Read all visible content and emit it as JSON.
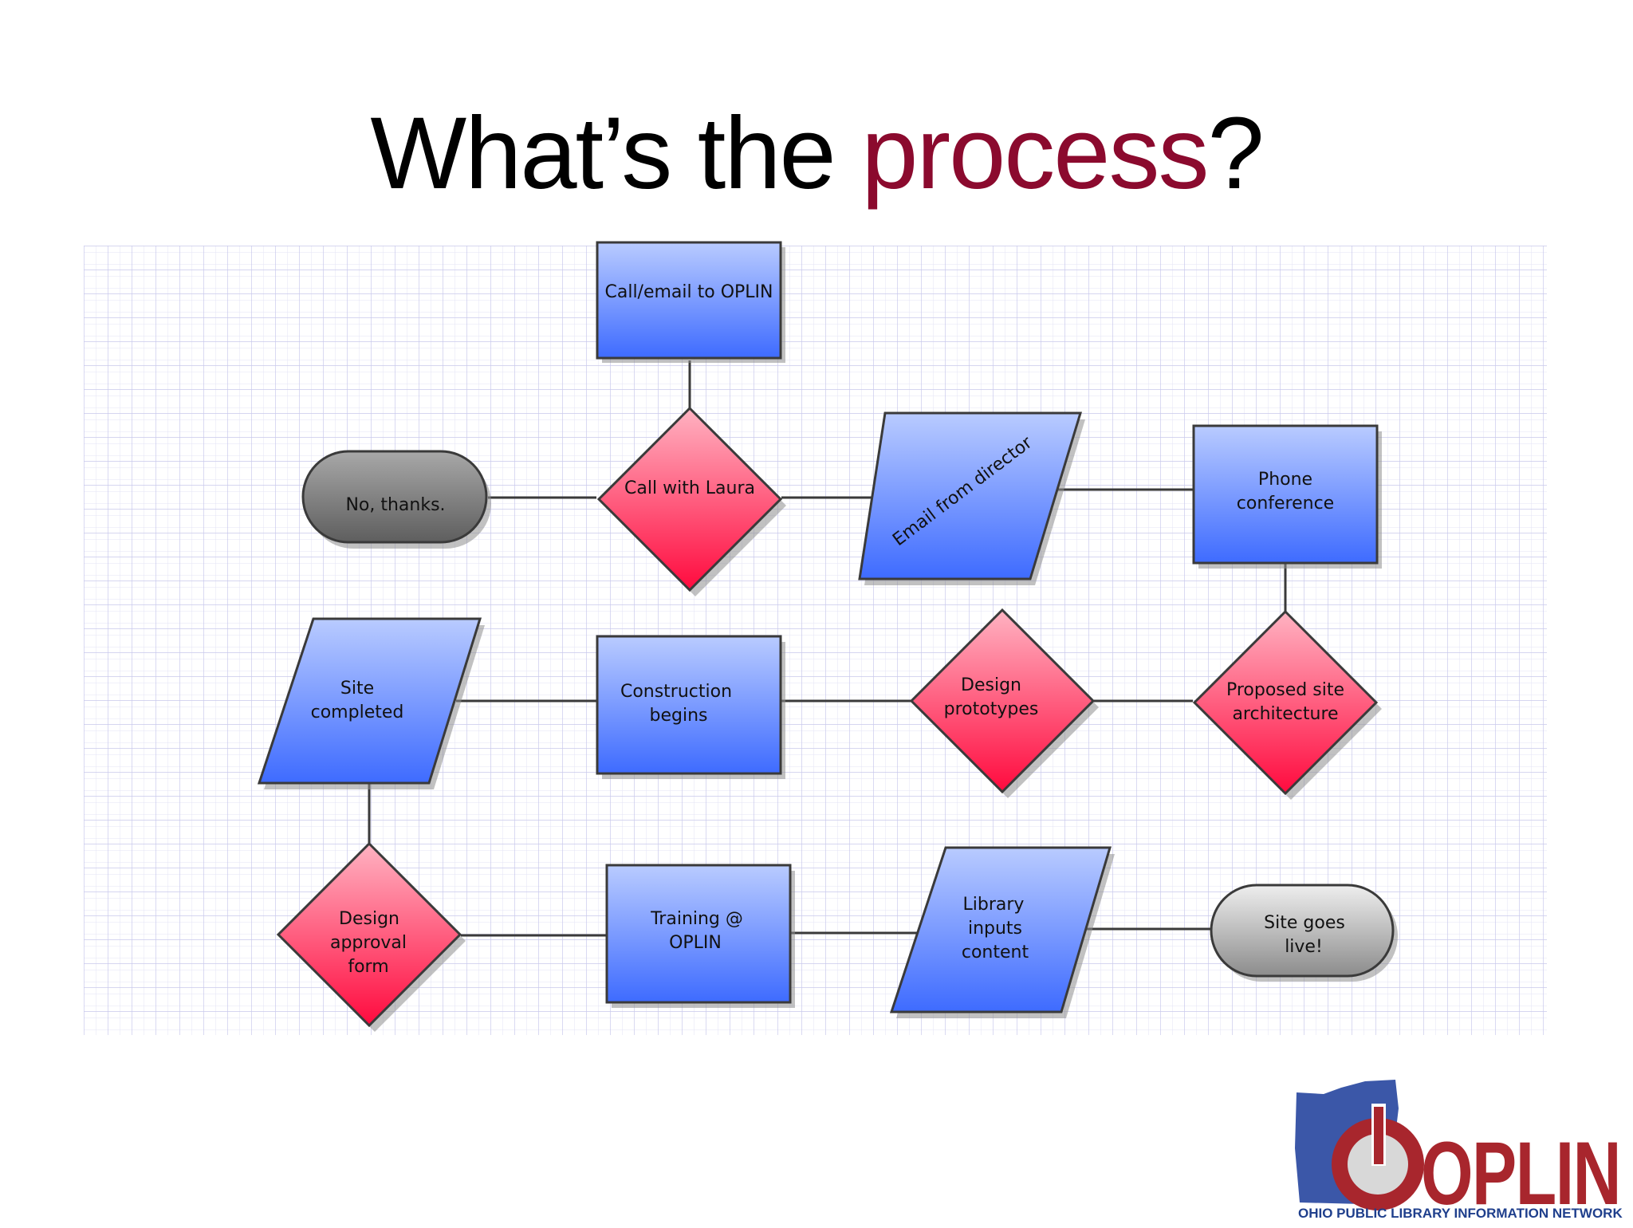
{
  "slide": {
    "title_prefix": "What’s the ",
    "title_accent": "process",
    "title_suffix": "?",
    "accent_color": "#8b0a2e"
  },
  "colors": {
    "process_box": "#5a86ff",
    "decision": "#ff3d6a",
    "terminator": "#9a9a9a",
    "grid": "#d4d4ef"
  },
  "flowchart": {
    "nodes": [
      {
        "id": "call-email",
        "shape": "rectangle",
        "lines": [
          "Call/email to OPLIN"
        ]
      },
      {
        "id": "call-laura",
        "shape": "diamond",
        "lines": [
          "Call with Laura"
        ]
      },
      {
        "id": "no-thanks",
        "shape": "terminator",
        "lines": [
          "No, thanks."
        ]
      },
      {
        "id": "email-director",
        "shape": "parallelogram",
        "lines": [
          "Email from director"
        ]
      },
      {
        "id": "phone-conference",
        "shape": "rectangle",
        "lines": [
          "Phone",
          "conference"
        ]
      },
      {
        "id": "proposed-architecture",
        "shape": "diamond",
        "lines": [
          "Proposed site",
          "architecture"
        ]
      },
      {
        "id": "design-prototypes",
        "shape": "diamond",
        "lines": [
          "Design",
          "prototypes"
        ]
      },
      {
        "id": "construction-begins",
        "shape": "rectangle",
        "lines": [
          "Construction",
          "begins"
        ]
      },
      {
        "id": "site-completed",
        "shape": "parallelogram",
        "lines": [
          "Site",
          "completed"
        ]
      },
      {
        "id": "design-approval",
        "shape": "diamond",
        "lines": [
          "Design",
          "approval",
          "form"
        ]
      },
      {
        "id": "training",
        "shape": "rectangle",
        "lines": [
          "Training @",
          "OPLIN"
        ]
      },
      {
        "id": "library-inputs",
        "shape": "parallelogram",
        "lines": [
          "Library",
          "inputs",
          "content"
        ]
      },
      {
        "id": "site-live",
        "shape": "terminator",
        "lines": [
          "Site goes",
          "live!"
        ]
      }
    ],
    "edges": [
      [
        "call-email",
        "call-laura"
      ],
      [
        "call-laura",
        "no-thanks"
      ],
      [
        "call-laura",
        "email-director"
      ],
      [
        "email-director",
        "phone-conference"
      ],
      [
        "phone-conference",
        "proposed-architecture"
      ],
      [
        "proposed-architecture",
        "design-prototypes"
      ],
      [
        "design-prototypes",
        "construction-begins"
      ],
      [
        "construction-begins",
        "site-completed"
      ],
      [
        "site-completed",
        "design-approval"
      ],
      [
        "design-approval",
        "training"
      ],
      [
        "training",
        "library-inputs"
      ],
      [
        "library-inputs",
        "site-live"
      ]
    ]
  },
  "logo": {
    "wordmark": "OPLIN",
    "tagline": "OHIO PUBLIC LIBRARY INFORMATION NETWORK"
  }
}
